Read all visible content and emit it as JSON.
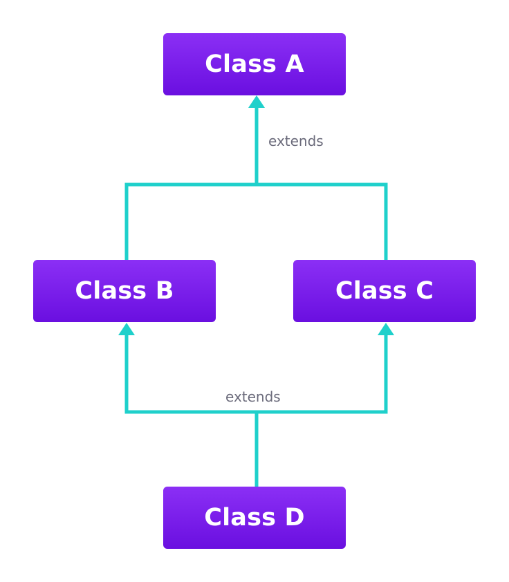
{
  "classes": {
    "a": "Class A",
    "b": "Class B",
    "c": "Class C",
    "d": "Class D"
  },
  "relations": {
    "top_label": "extends",
    "bottom_label": "extends"
  },
  "colors": {
    "box_gradient_top": "#8b2ff5",
    "box_gradient_bottom": "#6a0fe0",
    "connector": "#1fd0cb",
    "label_text": "#6b6b7b",
    "box_text": "#ffffff"
  }
}
